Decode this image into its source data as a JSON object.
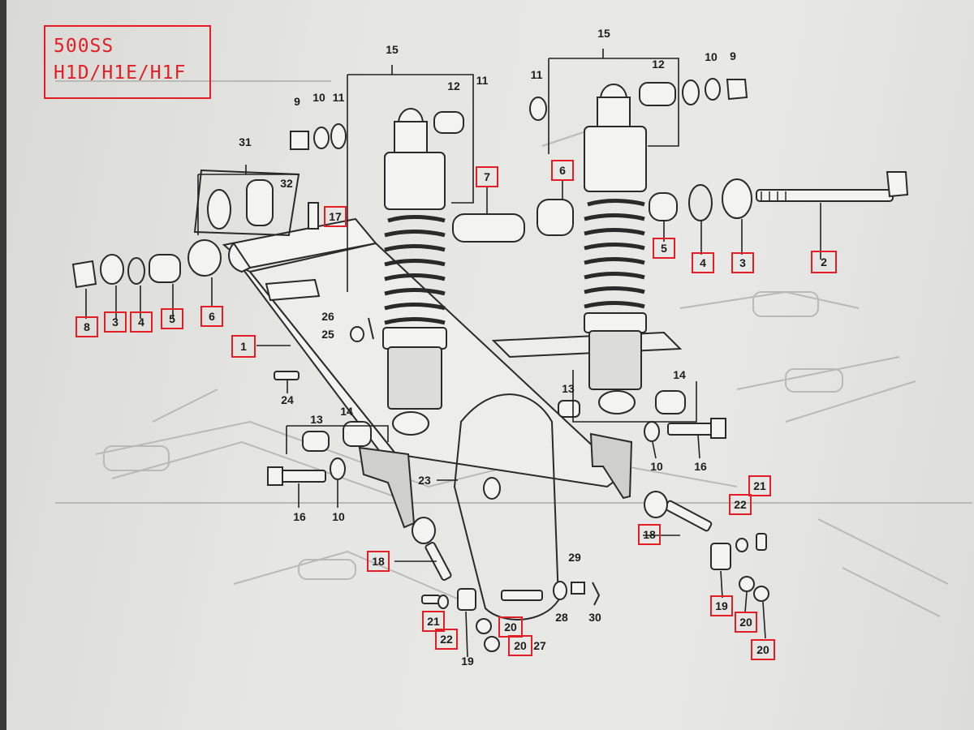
{
  "model_label": {
    "line1": "500SS",
    "line2": "H1D/H1E/H1F"
  },
  "colors": {
    "highlight": "#e31e24",
    "ink": "#1d1d1d",
    "paper": "#e6e6e3"
  },
  "callouts": [
    "15",
    "15",
    "12",
    "11",
    "12",
    "11",
    "10",
    "9",
    "9",
    "10",
    "11",
    "31",
    "32",
    "17",
    "7",
    "6",
    "5",
    "4",
    "3",
    "2",
    "8",
    "3",
    "4",
    "5",
    "6",
    "1",
    "26",
    "25",
    "24",
    "13",
    "14",
    "13",
    "14",
    "16",
    "10",
    "10",
    "16",
    "23",
    "18",
    "18",
    "21",
    "22",
    "19",
    "20",
    "20",
    "20",
    "20",
    "21",
    "22",
    "29",
    "28",
    "30",
    "27",
    "19"
  ],
  "highlighted_callouts": [
    "17",
    "7",
    "6",
    "5",
    "4",
    "3",
    "2",
    "8",
    "3",
    "4",
    "5",
    "6",
    "1",
    "18",
    "18",
    "21",
    "22",
    "21",
    "22",
    "20",
    "20",
    "19",
    "20",
    "20"
  ]
}
